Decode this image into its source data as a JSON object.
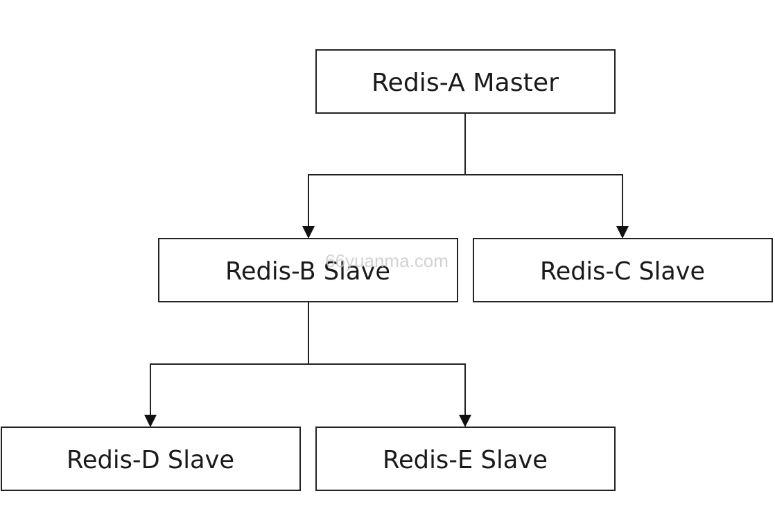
{
  "nodes": {
    "a": {
      "label": "Redis-A Master"
    },
    "b": {
      "label": "Redis-B Slave"
    },
    "c": {
      "label": "Redis-C Slave"
    },
    "d": {
      "label": "Redis-D Slave"
    },
    "e": {
      "label": "Redis-E Slave"
    }
  },
  "edges": [
    {
      "from": "Redis-A Master",
      "to": "Redis-B Slave"
    },
    {
      "from": "Redis-A Master",
      "to": "Redis-C Slave"
    },
    {
      "from": "Redis-B Slave",
      "to": "Redis-D Slave"
    },
    {
      "from": "Redis-B Slave",
      "to": "Redis-E Slave"
    }
  ],
  "watermark": "66yuanma.com",
  "colors": {
    "stroke": "#222222",
    "text": "#1a1a1a",
    "watermark": "#c8c8c8"
  }
}
